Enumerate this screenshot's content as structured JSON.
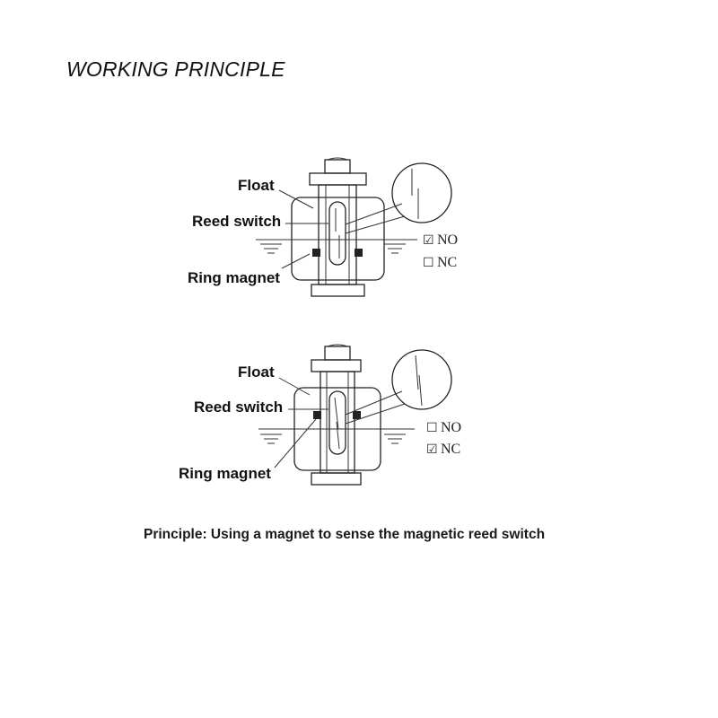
{
  "title": "WORKING PRINCIPLE",
  "caption": "Principle: Using a magnet to sense the magnetic reed switch",
  "diagrams": [
    {
      "labels": {
        "float": "Float",
        "reed_switch": "Reed switch",
        "ring_magnet": "Ring magnet"
      },
      "options": [
        {
          "mark": "☑",
          "text": "NO",
          "checked": true
        },
        {
          "mark": "☐",
          "text": "NC",
          "checked": false
        }
      ]
    },
    {
      "labels": {
        "float": "Float",
        "reed_switch": "Reed switch",
        "ring_magnet": "Ring magnet"
      },
      "options": [
        {
          "mark": "☐",
          "text": "NO",
          "checked": false
        },
        {
          "mark": "☑",
          "text": "NC",
          "checked": true
        }
      ]
    }
  ]
}
